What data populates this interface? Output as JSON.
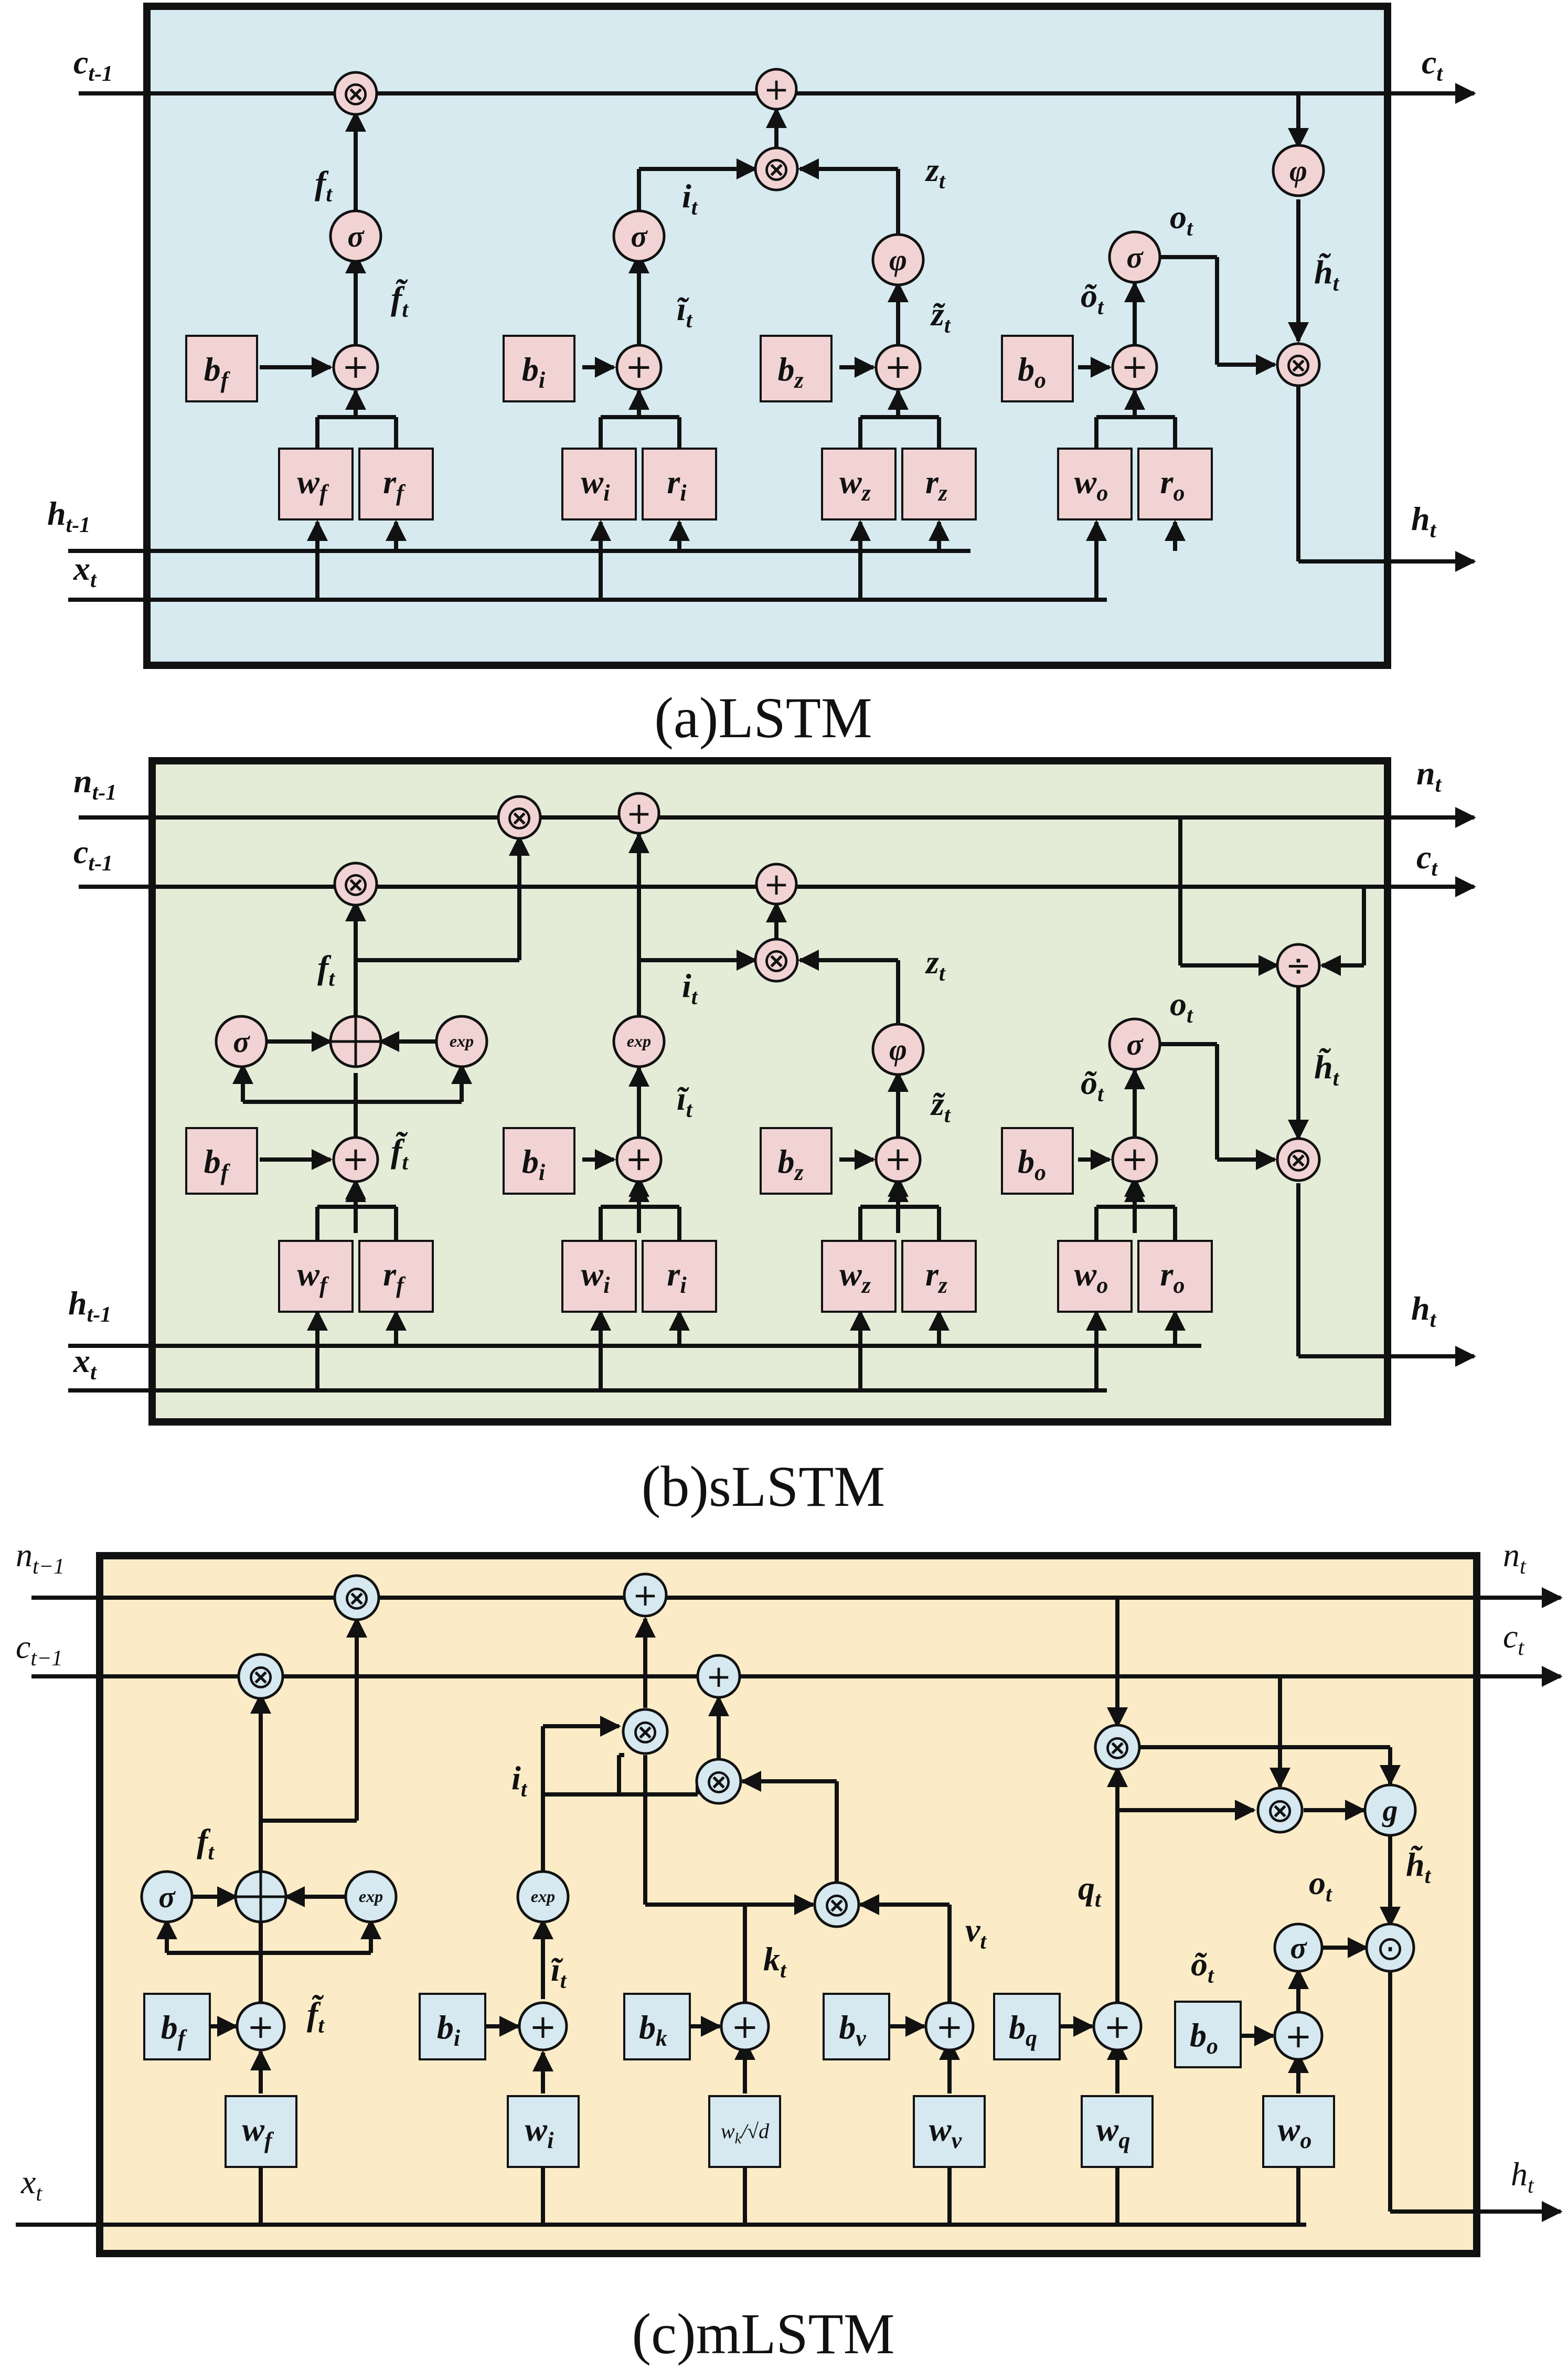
{
  "colors": {
    "lstm_bg": "#d6eaf0",
    "slstm_bg": "#e4ecd8",
    "mlstm_bg": "#fbecc7",
    "node_pink": "#f2d3d3",
    "node_blue": "#d6e8f0",
    "line": "#111111"
  },
  "symbols": {
    "multiply": "⊗",
    "add": "+",
    "divide": "÷",
    "dot": "⊙",
    "sigma": "σ",
    "phi": "φ",
    "exp": "exp",
    "g": "g"
  },
  "panels": [
    {
      "id": "lstm",
      "caption": "(a)LSTM",
      "inputs": {
        "c_prev": "c",
        "c_prev_sub": "t-1",
        "h_prev": "h",
        "h_prev_sub": "t-1",
        "x": "x",
        "x_sub": "t"
      },
      "outputs": {
        "c": "c",
        "c_sub": "t",
        "h": "h",
        "h_sub": "t"
      },
      "gates": [
        {
          "gate": "f",
          "bias": "b",
          "weight_w": "w",
          "weight_r": "r",
          "pre": "f̃",
          "post": "f",
          "sub": "t",
          "act": "σ"
        },
        {
          "gate": "i",
          "bias": "b",
          "weight_w": "w",
          "weight_r": "r",
          "pre": "ĩ",
          "post": "i",
          "sub": "t",
          "act": "σ"
        },
        {
          "gate": "z",
          "bias": "b",
          "weight_w": "w",
          "weight_r": "r",
          "pre": "z̃",
          "post": "z",
          "sub": "t",
          "act": "φ"
        },
        {
          "gate": "o",
          "bias": "b",
          "weight_w": "w",
          "weight_r": "r",
          "pre": "õ",
          "post": "o",
          "sub": "t",
          "act": "σ"
        }
      ],
      "hidden_label": "h̃"
    },
    {
      "id": "slstm",
      "caption": "(b)sLSTM",
      "inputs": {
        "n_prev": "n",
        "n_prev_sub": "t-1",
        "c_prev": "c",
        "c_prev_sub": "t-1",
        "h_prev": "h",
        "h_prev_sub": "t-1",
        "x": "x",
        "x_sub": "t"
      },
      "outputs": {
        "n": "n",
        "n_sub": "t",
        "c": "c",
        "c_sub": "t",
        "h": "h",
        "h_sub": "t"
      },
      "gates": [
        {
          "gate": "f",
          "pre": "f̃",
          "post": "f",
          "sub": "t"
        },
        {
          "gate": "i",
          "pre": "ĩ",
          "post": "i",
          "sub": "t"
        },
        {
          "gate": "z",
          "pre": "z̃",
          "post": "z",
          "sub": "t"
        },
        {
          "gate": "o",
          "pre": "õ",
          "post": "o",
          "sub": "t"
        }
      ],
      "hidden_label": "h̃"
    },
    {
      "id": "mlstm",
      "caption": "(c)mLSTM",
      "inputs": {
        "n_prev": "n",
        "n_prev_sub": "t−1",
        "c_prev": "c",
        "c_prev_sub": "t−1",
        "x": "x",
        "x_sub": "t"
      },
      "outputs": {
        "n": "n",
        "n_sub": "t",
        "c": "c",
        "c_sub": "t",
        "h": "h",
        "h_sub": "t"
      },
      "gates": [
        {
          "gate": "f",
          "pre": "f̃",
          "post": "f",
          "sub": "t"
        },
        {
          "gate": "i",
          "pre": "ĩ",
          "post": "i",
          "sub": "t"
        },
        {
          "gate": "k",
          "post": "k",
          "sub": "t",
          "weight": "w",
          "weight_note": "/√d"
        },
        {
          "gate": "v",
          "post": "v",
          "sub": "t"
        },
        {
          "gate": "q",
          "post": "q",
          "sub": "t"
        },
        {
          "gate": "o",
          "pre": "õ",
          "post": "o",
          "sub": "t"
        }
      ],
      "hidden_label": "h̃"
    }
  ]
}
